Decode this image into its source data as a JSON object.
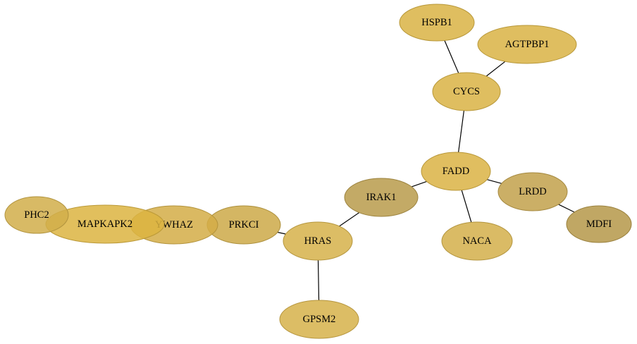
{
  "nodes": [
    {
      "id": "HSPB1",
      "label": "HSPB1",
      "fill": "#d9b344"
    },
    {
      "id": "AGTPBP1",
      "label": "AGTPBP1",
      "fill": "#d9b344"
    },
    {
      "id": "CYCS",
      "label": "CYCS",
      "fill": "#d9b344"
    },
    {
      "id": "FADD",
      "label": "FADD",
      "fill": "#dab344"
    },
    {
      "id": "IRAK1",
      "label": "IRAK1",
      "fill": "#b99b4b"
    },
    {
      "id": "LRDD",
      "label": "LRDD",
      "fill": "#c2a14b"
    },
    {
      "id": "MDFI",
      "label": "MDFI",
      "fill": "#b59849"
    },
    {
      "id": "NACA",
      "label": "NACA",
      "fill": "#d3af4a"
    },
    {
      "id": "HRAS",
      "label": "HRAS",
      "fill": "#d6b24a"
    },
    {
      "id": "GPSM2",
      "label": "GPSM2",
      "fill": "#d6b14a"
    },
    {
      "id": "PRKCI",
      "label": "PRKCI",
      "fill": "#cca948"
    },
    {
      "id": "YWHAZ",
      "label": "YWHAZ",
      "fill": "#d3ad46"
    },
    {
      "id": "MAPKAPK2",
      "label": "MAPKAPK2",
      "fill": "#dcb441"
    },
    {
      "id": "PHC2",
      "label": "PHC2",
      "fill": "#d1ae4a"
    }
  ],
  "edges": [
    {
      "source": "HSPB1",
      "target": "CYCS"
    },
    {
      "source": "AGTPBP1",
      "target": "CYCS"
    },
    {
      "source": "CYCS",
      "target": "FADD"
    },
    {
      "source": "FADD",
      "target": "IRAK1"
    },
    {
      "source": "FADD",
      "target": "LRDD"
    },
    {
      "source": "FADD",
      "target": "NACA"
    },
    {
      "source": "LRDD",
      "target": "MDFI"
    },
    {
      "source": "IRAK1",
      "target": "HRAS"
    },
    {
      "source": "HRAS",
      "target": "PRKCI"
    },
    {
      "source": "HRAS",
      "target": "GPSM2"
    }
  ]
}
